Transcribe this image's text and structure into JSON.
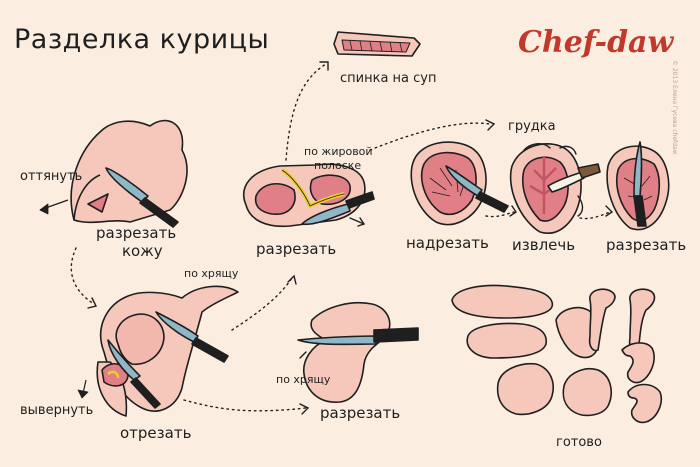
{
  "title": "Разделка курицы",
  "brand": "Chef-daw",
  "copyright": "© 2013 Елена Гусева chefdaw",
  "labels": {
    "spinka": "спинка на суп",
    "grudka": "грудка",
    "po_zhirovoy_1": "по жировой",
    "po_zhirovoy_2": "полоске",
    "ottyanut": "оттянуть",
    "razrezat_kozhu_1": "разрезать",
    "razrezat_kozhu_2": "кожу",
    "razrezat_center": "разрезать",
    "nadrezat": "надрезать",
    "izvlech": "извлечь",
    "razrezat_right": "разрезать",
    "po_hrebtu_top": "по хрящу",
    "po_hrebtu_bottom": "по хрящу",
    "vyvernut": "вывернуть",
    "otrezat": "отрезать",
    "razrezat_bottom": "разрезать",
    "gotovo": "готово"
  },
  "colors": {
    "background": "#fbeee0",
    "skin": "#f6c8bc",
    "meat": "#e07f86",
    "outline": "#1f1f1f",
    "knife_blade": "#8fb7c7",
    "knife_handle": "#1f1f1f",
    "brand": "#c0392b",
    "fat": "#f3e36b"
  }
}
